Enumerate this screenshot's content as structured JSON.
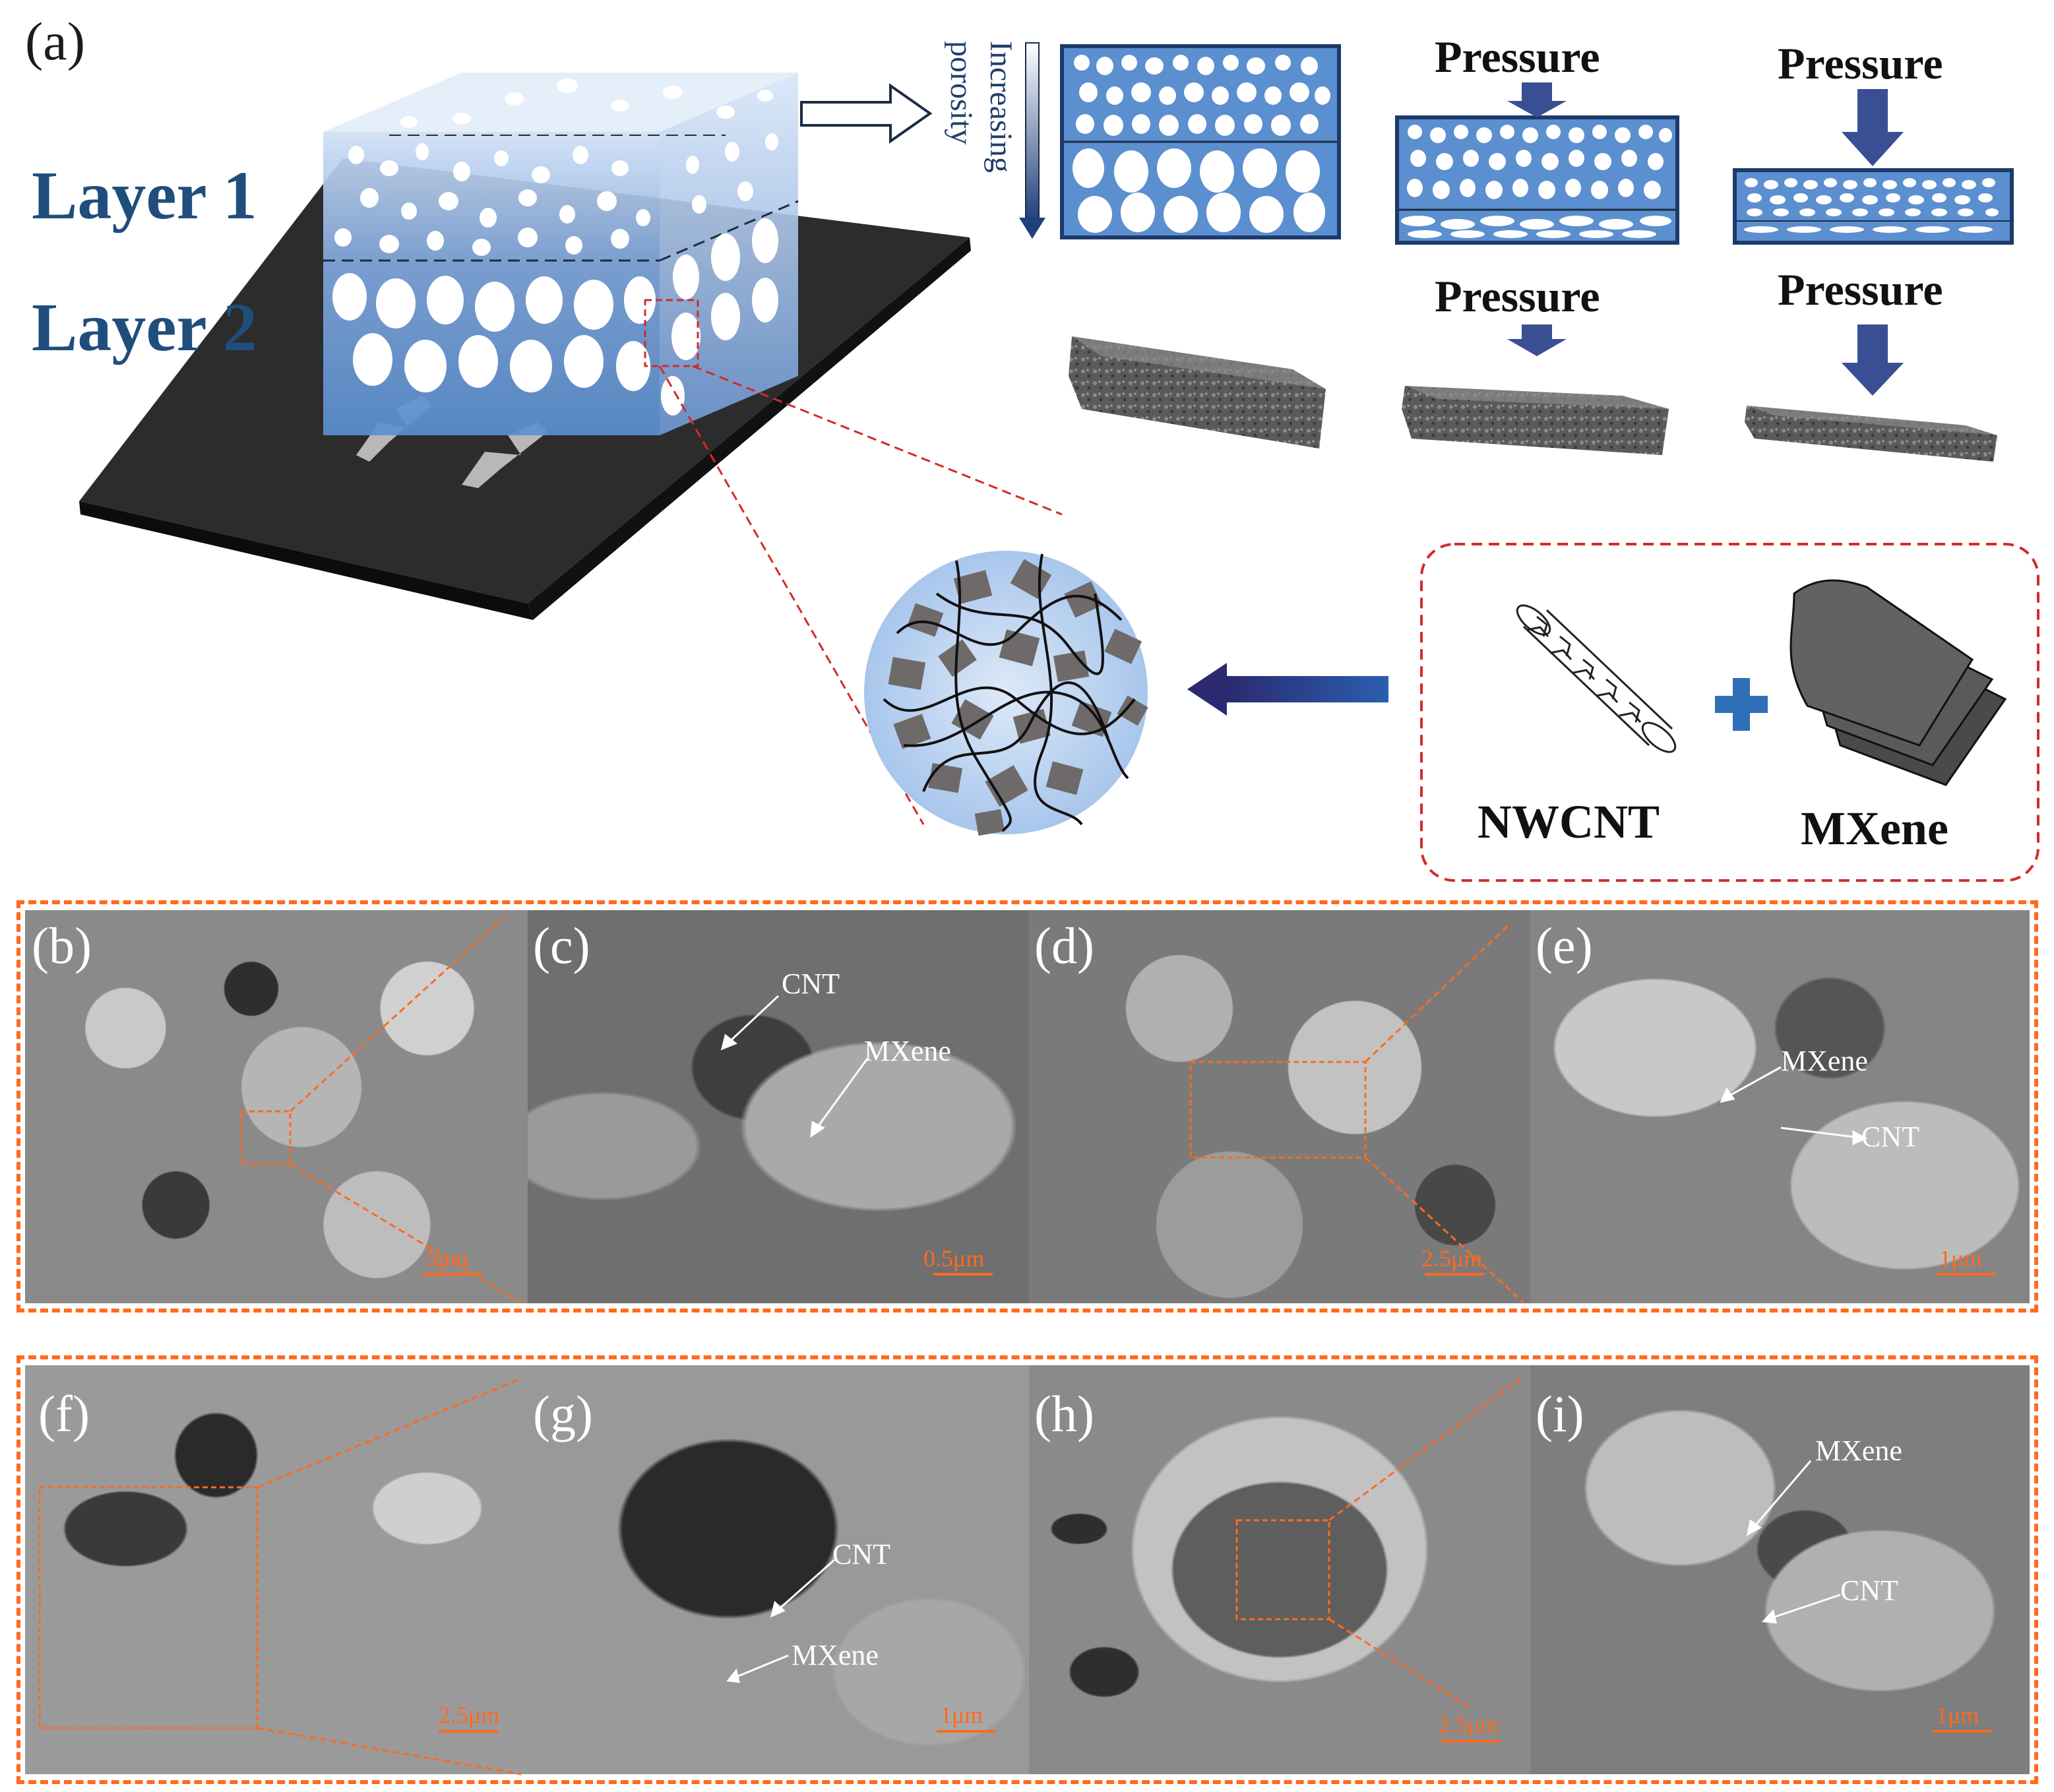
{
  "panels": {
    "a": "(a)",
    "b": "(b)",
    "c": "(c)",
    "d": "(d)",
    "e": "(e)",
    "f": "(f)",
    "g": "(g)",
    "h": "(h)",
    "i": "(i)"
  },
  "diagram": {
    "layer1": "Layer 1",
    "layer2": "Layer 2",
    "porosity_line1": "Increasing",
    "porosity_line2": "porosity",
    "pressure": "Pressure",
    "material1": "NWCNT",
    "material2": "MXene"
  },
  "annotations": {
    "cnt": "CNT",
    "mxene": "MXene"
  },
  "scalebars": {
    "b": "5μm",
    "c": "0.5μm",
    "d": "2.5μm",
    "e": "1μm",
    "f": "2.5μm",
    "g": "1μm",
    "h": "2.5μm",
    "i": "1μm"
  },
  "colors": {
    "accent": "#ff6a1f",
    "layer_text": "#1f4e7d",
    "arrow": "#283a8c",
    "foam_blue": "#5b8fcf"
  }
}
